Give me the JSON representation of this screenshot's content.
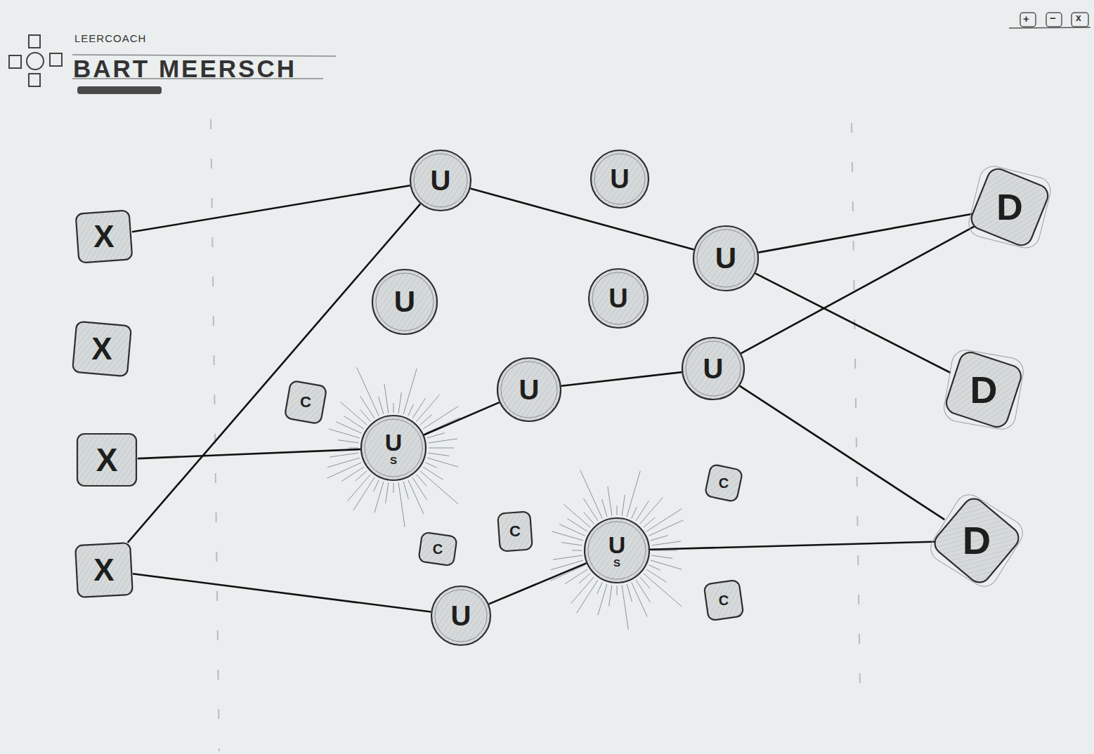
{
  "diagram": {
    "nodes": [
      {
        "text": [
          "X"
        ]
      },
      {
        "text": [
          "X"
        ]
      },
      {
        "text": [
          "X"
        ]
      },
      {
        "text": [
          "X"
        ]
      },
      {
        "text": [
          "U"
        ]
      },
      {
        "text": [
          "U"
        ]
      },
      {
        "text": [
          "C"
        ]
      },
      {
        "text": [
          "U",
          "S"
        ]
      },
      {
        "text": [
          "C"
        ]
      },
      {
        "text": [
          "U"
        ]
      },
      {
        "text": [
          "U"
        ]
      },
      {
        "text": [
          "U"
        ]
      },
      {
        "text": [
          "U"
        ]
      },
      {
        "text": [
          "C"
        ]
      },
      {
        "text": [
          "U",
          "S"
        ]
      },
      {
        "text": [
          "U"
        ]
      },
      {
        "text": [
          "U"
        ]
      },
      {
        "text": [
          "C"
        ]
      },
      {
        "text": [
          "C"
        ]
      },
      {
        "text": [
          "D"
        ]
      },
      {
        "text": [
          "D"
        ]
      },
      {
        "text": [
          "D"
        ]
      }
    ],
    "edges": [
      {
        "from": 0,
        "to": 4,
        "arrow": "none"
      },
      {
        "from": 3,
        "to": 4,
        "arrow": "none"
      },
      {
        "from": 2,
        "to": 7,
        "arrow": "none"
      },
      {
        "from": 3,
        "to": 9,
        "arrow": "none"
      },
      {
        "from": 4,
        "to": 15,
        "arrow": "none"
      },
      {
        "from": 7,
        "to": 12,
        "arrow": "none"
      },
      {
        "from": 12,
        "to": 16,
        "arrow": "none"
      },
      {
        "from": 9,
        "to": 14,
        "arrow": "none"
      },
      {
        "from": 14,
        "to": 21,
        "arrow": "none"
      },
      {
        "from": 15,
        "to": 19,
        "arrow": "none"
      },
      {
        "from": 15,
        "to": 20,
        "arrow": "none"
      },
      {
        "from": 16,
        "to": 19,
        "arrow": "none"
      },
      {
        "from": 16,
        "to": 21,
        "arrow": "none"
      }
    ],
    "labels": [
      "LEERCOACH",
      "BART MEERSCH",
      "+",
      "−",
      "x"
    ]
  }
}
